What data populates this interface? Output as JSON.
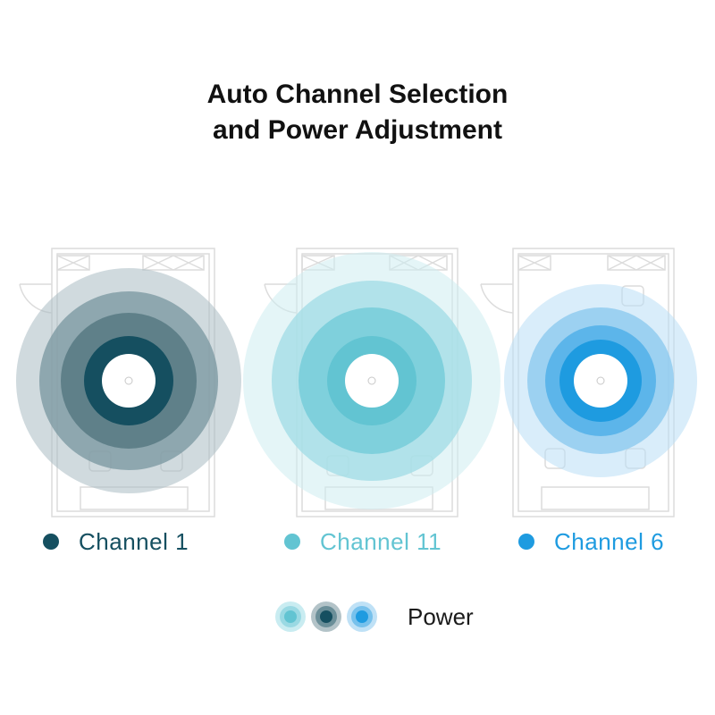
{
  "title": {
    "line1": "Auto Channel Selection",
    "line2": "and Power Adjustment"
  },
  "access_points": [
    {
      "channel_label": "Channel 1",
      "color": "#154f60",
      "ring_colors": [
        "#e4e9ec",
        "#a9bcc2",
        "#7d9aa2",
        "#5f8089",
        "#154f60"
      ]
    },
    {
      "channel_label": "Channel 11",
      "color": "#62c4d2",
      "ring_colors": [
        "#eaf7f9",
        "#cdecf1",
        "#a4dde6",
        "#7fd0dc",
        "#62c4d2"
      ]
    },
    {
      "channel_label": "Channel 6",
      "color": "#1e9be0",
      "ring_colors": [
        "#e4f2fb",
        "#b9def5",
        "#8cc9ef",
        "#5cb5ea",
        "#1e9be0"
      ]
    }
  ],
  "power_legend": {
    "label": "Power",
    "dots": [
      {
        "color": "#62c4d2",
        "glow": "#c9ecf1"
      },
      {
        "color": "#154f60",
        "glow": "#b3c3c8"
      },
      {
        "color": "#1e9be0",
        "glow": "#bfe1f6"
      }
    ]
  },
  "floorplan_color": "#dcdcdc"
}
